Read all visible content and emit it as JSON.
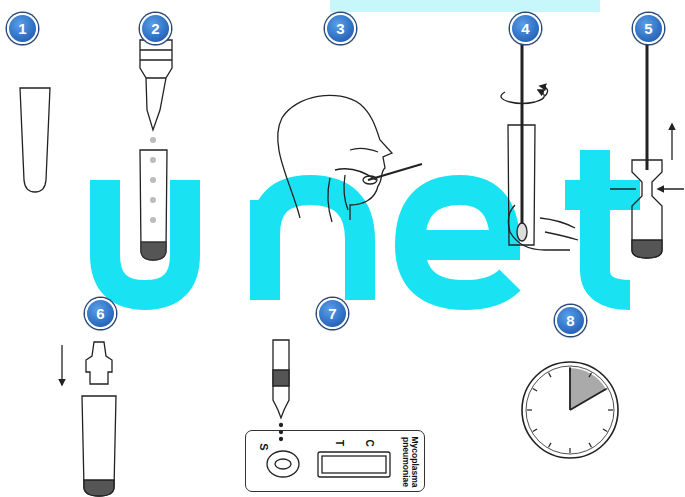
{
  "diagram": {
    "nodes": [
      {
        "text": [
          "1"
        ]
      },
      {
        "text": [
          "2"
        ]
      },
      {
        "text": [
          "3"
        ]
      },
      {
        "text": [
          "4"
        ]
      },
      {
        "text": [
          "5"
        ]
      },
      {
        "text": [
          "6"
        ]
      },
      {
        "text": [
          "7"
        ]
      },
      {
        "text": [
          "8"
        ]
      },
      {
        "text": [
          "S",
          "T",
          "C",
          "Mycoplasma pneumoniae"
        ]
      }
    ]
  }
}
